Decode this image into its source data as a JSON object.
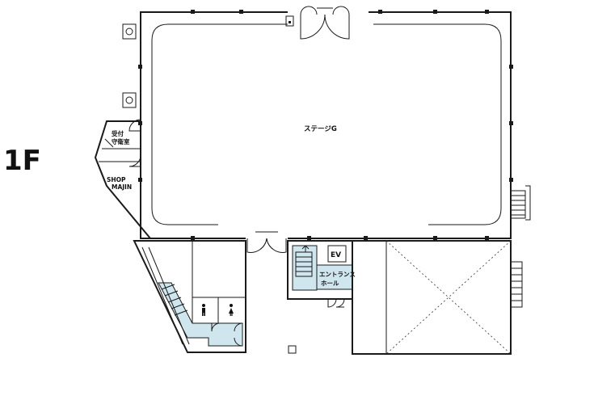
{
  "floor": {
    "label": "1F"
  },
  "rooms": {
    "stage": "ステージG",
    "reception_line1": "受付",
    "reception_line2": "守衛室",
    "shop_line1": "SHOP",
    "shop_line2": "MAJIN",
    "elevator": "EV",
    "entrance_line1": "エントランス",
    "entrance_line2": "ホール"
  },
  "colors": {
    "wall": "#1a1a1a",
    "highlight": "#cfe6ef",
    "background": "#ffffff"
  },
  "icons": {
    "restroom_men": "man-icon",
    "restroom_women": "woman-icon"
  }
}
